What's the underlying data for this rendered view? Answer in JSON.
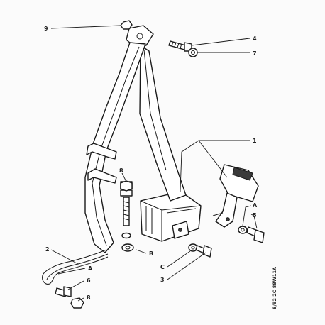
{
  "callouts": {
    "c9": "9",
    "c4": "4",
    "c7": "7",
    "c1": "1",
    "c8_top": "8",
    "cA_right": "A",
    "c5": "5",
    "c2": "2",
    "cB": "B",
    "cA_left": "A",
    "c6": "6",
    "c8_bottom": "8",
    "cC": "C",
    "c3": "3"
  },
  "reference_code": "8/92 2C 88W11A",
  "colors": {
    "line": "#1a1a1a",
    "paper": "#fbfbfb"
  }
}
